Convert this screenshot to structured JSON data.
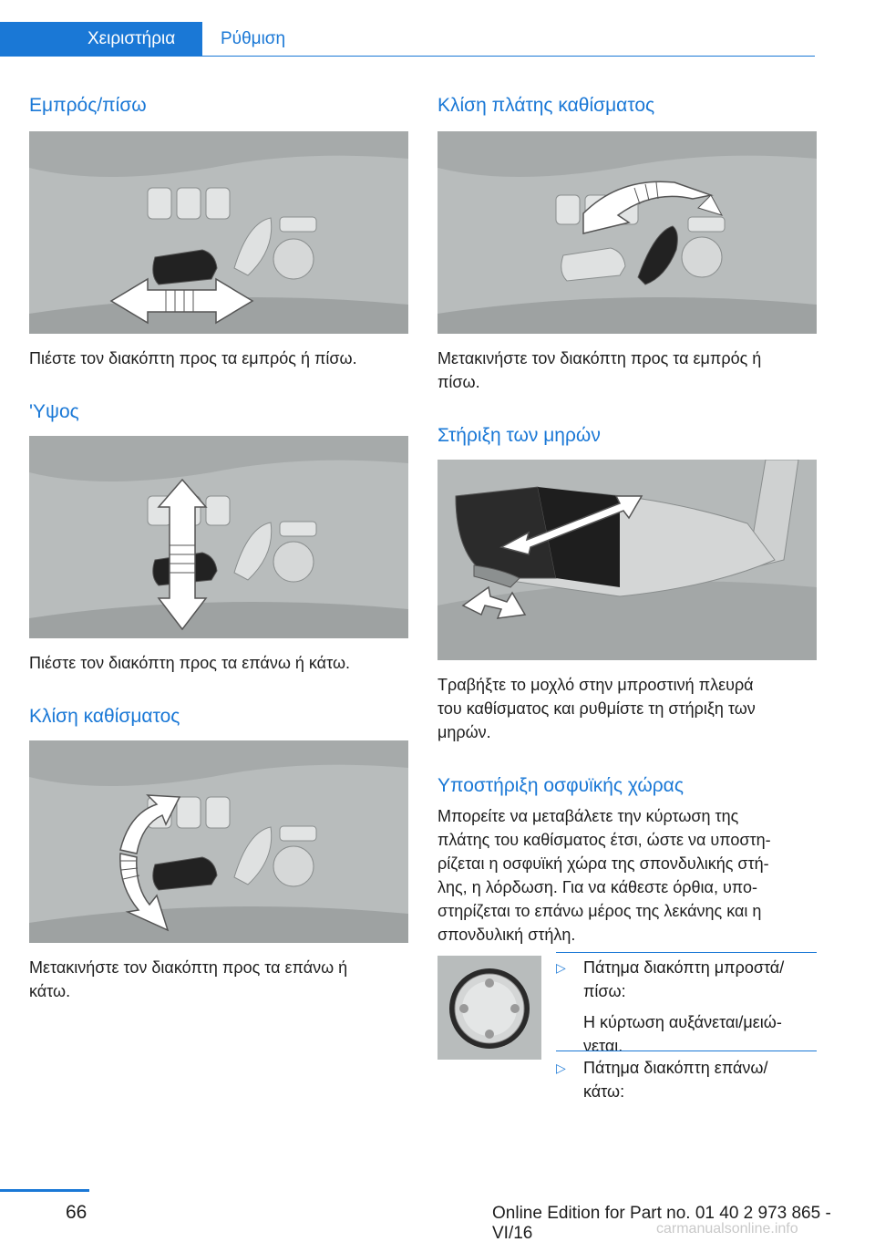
{
  "header": {
    "tab_active": "Χειριστήρια",
    "tab_inactive": "Ρύθμιση"
  },
  "left": {
    "h1": "Εμπρός/πίσω",
    "p1": "Πιέστε τον διακόπτη προς τα εμπρός ή πίσω.",
    "h2": "'Υψος",
    "p2": "Πιέστε τον διακόπτη προς τα επάνω ή κάτω.",
    "h3": "Κλίση καθίσματος",
    "p3_l1": "Μετακινήστε τον διακόπτη προς τα επάνω ή",
    "p3_l2": "κάτω."
  },
  "right": {
    "h1": "Κλίση πλάτης καθίσματος",
    "p1_l1": "Μετακινήστε τον διακόπτη προς τα εμπρός ή",
    "p1_l2": "πίσω.",
    "h2": "Στήριξη των μηρών",
    "p2_l1": "Τραβήξτε το μοχλό στην μπροστινή πλευρά",
    "p2_l2": "του καθίσματος και ρυθμίστε τη στήριξη των",
    "p2_l3": "μηρών.",
    "h3": "Υποστήριξη οσφυϊκής χώρας",
    "p3_l1": "Μπορείτε να μεταβάλετε την κύρτωση της",
    "p3_l2": "πλάτης του καθίσματος έτσι, ώστε να υποστη‐",
    "p3_l3": "ρίζεται η οσφυϊκή χώρα της σπονδυλικής στή‐",
    "p3_l4": "λης, η λόρδωση. Για να κάθεστε όρθια, υπο‐",
    "p3_l5": "στηρίζεται το επάνω μέρος της λεκάνης και η",
    "p3_l6": "σπονδυλική στήλη.",
    "b1_l1": "Πάτημα διακόπτη μπροστά/",
    "b1_l2": "πίσω:",
    "b1_sub_l1": "Η κύρτωση αυξάνεται/μειώ‐",
    "b1_sub_l2": "νεται.",
    "b2_l1": "Πάτημα διακόπτη επάνω/",
    "b2_l2": "κάτω:"
  },
  "footer": {
    "page": "66",
    "online": "Online Edition for Part no. 01 40 2 973 865 - VI/16",
    "watermark": "carmanualsonline.info"
  },
  "colors": {
    "accent": "#1a78d6",
    "figure_bg": "#b9bdbd"
  }
}
